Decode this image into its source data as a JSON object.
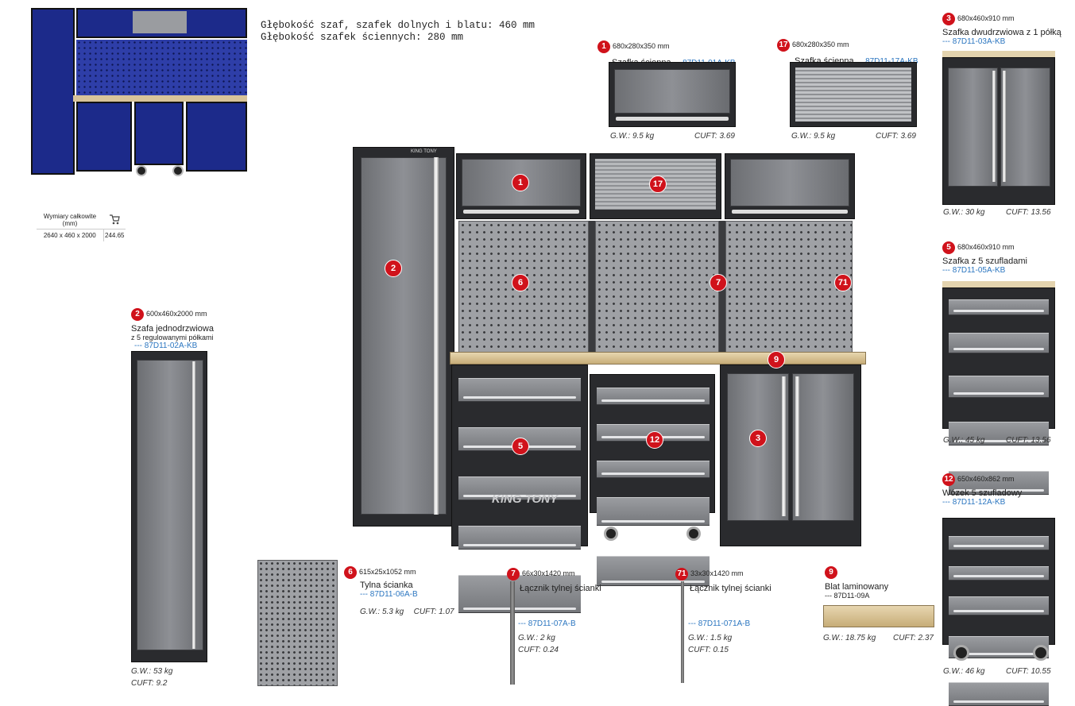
{
  "header": {
    "line1": "Głębokość szaf, szafek dolnych i blatu: 460 mm",
    "line2": "Głębokość szafek ściennych: 280 mm"
  },
  "dimensions_table": {
    "header_label": "Wymiary całkowite (mm)",
    "header_icon": "cart-icon",
    "size": "2640 x 460 x 2000",
    "volume": "244.65"
  },
  "logo_text": "KING TONY",
  "products": {
    "p1": {
      "num": "1",
      "dims": "680x280x350 mm",
      "name": "Szafka ścienna",
      "code": "87D11-01A-KB",
      "gw": "G.W.: 9.5 kg",
      "cuft": "CUFT: 3.69"
    },
    "p17": {
      "num": "17",
      "dims": "680x280x350 mm",
      "name": "Szafka ścienna",
      "code": "87D11-17A-KB",
      "gw": "G.W.: 9.5 kg",
      "cuft": "CUFT: 3.69"
    },
    "p3": {
      "num": "3",
      "dims": "680x460x910 mm",
      "name": "Szafka dwudrzwiowa z 1 półką",
      "code": "--- 87D11-03A-KB",
      "gw": "G.W.: 30 kg",
      "cuft": "CUFT: 13.56"
    },
    "p5": {
      "num": "5",
      "dims": "680x460x910 mm",
      "name": "Szafka z 5 szufladami",
      "code": "--- 87D11-05A-KB",
      "gw": "G.W.: 45 kg",
      "cuft": "CUFT: 13.56"
    },
    "p12": {
      "num": "12",
      "dims": "650x460x862 mm",
      "name": "Wózek 5 szufladowy",
      "code": "--- 87D11-12A-KB",
      "gw": "G.W.: 46 kg",
      "cuft": "CUFT: 10.55"
    },
    "p2": {
      "num": "2",
      "dims": "600x460x2000 mm",
      "name": "Szafa jednodrzwiowa",
      "name2": "z 5 regulowanymi półkami",
      "code": "--- 87D11-02A-KB",
      "gw": "G.W.: 53 kg",
      "cuft": "CUFT: 9.2"
    },
    "p6": {
      "num": "6",
      "dims": "615x25x1052 mm",
      "name": "Tylna ścianka",
      "code": "--- 87D11-06A-B",
      "gw": "G.W.: 5.3 kg",
      "cuft": "CUFT: 1.07"
    },
    "p7": {
      "num": "7",
      "dims": "66x30x1420 mm",
      "name": "Łącznik tylnej ścianki",
      "code": "--- 87D11-07A-B",
      "gw": "G.W.: 2 kg",
      "cuft": "CUFT: 0.24"
    },
    "p71": {
      "num": "71",
      "dims": "33x30x1420 mm",
      "name": "Łącznik tylnej ścianki",
      "code": "--- 87D11-071A-B",
      "gw": "G.W.: 1.5 kg",
      "cuft": "CUFT: 0.15"
    },
    "p9": {
      "num": "9",
      "name": "Blat laminowany",
      "code": "--- 87D11-09A",
      "gw": "G.W.: 18.75 kg",
      "cuft": "CUFT: 2.37"
    }
  },
  "callouts": [
    "1",
    "17",
    "2",
    "6",
    "7",
    "71",
    "9",
    "5",
    "12",
    "3"
  ]
}
